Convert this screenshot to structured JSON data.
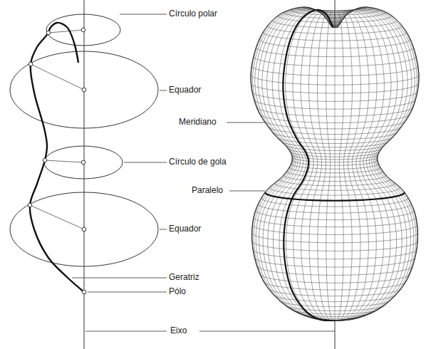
{
  "diagram": {
    "labels": [
      "Círculo polar",
      "Equador",
      "Meridiano",
      "Círculo de gola",
      "Paralelo",
      "Equador",
      "Geratriz",
      "Pólo",
      "Eixo"
    ]
  }
}
